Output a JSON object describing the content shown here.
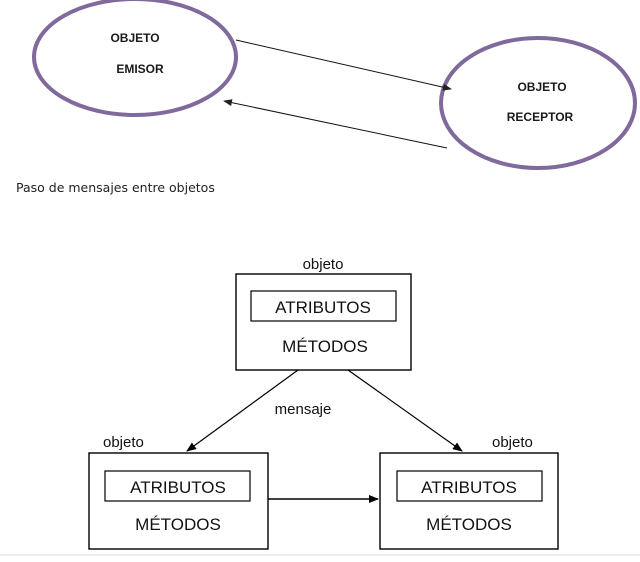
{
  "top_diagram": {
    "emisor": {
      "line1": "OBJETO",
      "line2": "EMISOR"
    },
    "receptor": {
      "line1": "OBJETO",
      "line2": "RECEPTOR"
    },
    "caption": "Paso de mensajes entre objetos",
    "colors": {
      "ellipse_stroke": "#7f6a9b",
      "arrow": "#000000"
    }
  },
  "bottom_diagram": {
    "top_object": {
      "header": "objeto",
      "attributes": "ATRIBUTOS",
      "methods": "MÉTODOS"
    },
    "left_object": {
      "header": "objeto",
      "attributes": "ATRIBUTOS",
      "methods": "MÉTODOS"
    },
    "right_object": {
      "header": "objeto",
      "attributes": "ATRIBUTOS",
      "methods": "MÉTODOS"
    },
    "message_label": "mensaje",
    "colors": {
      "box_stroke": "#000000"
    }
  }
}
